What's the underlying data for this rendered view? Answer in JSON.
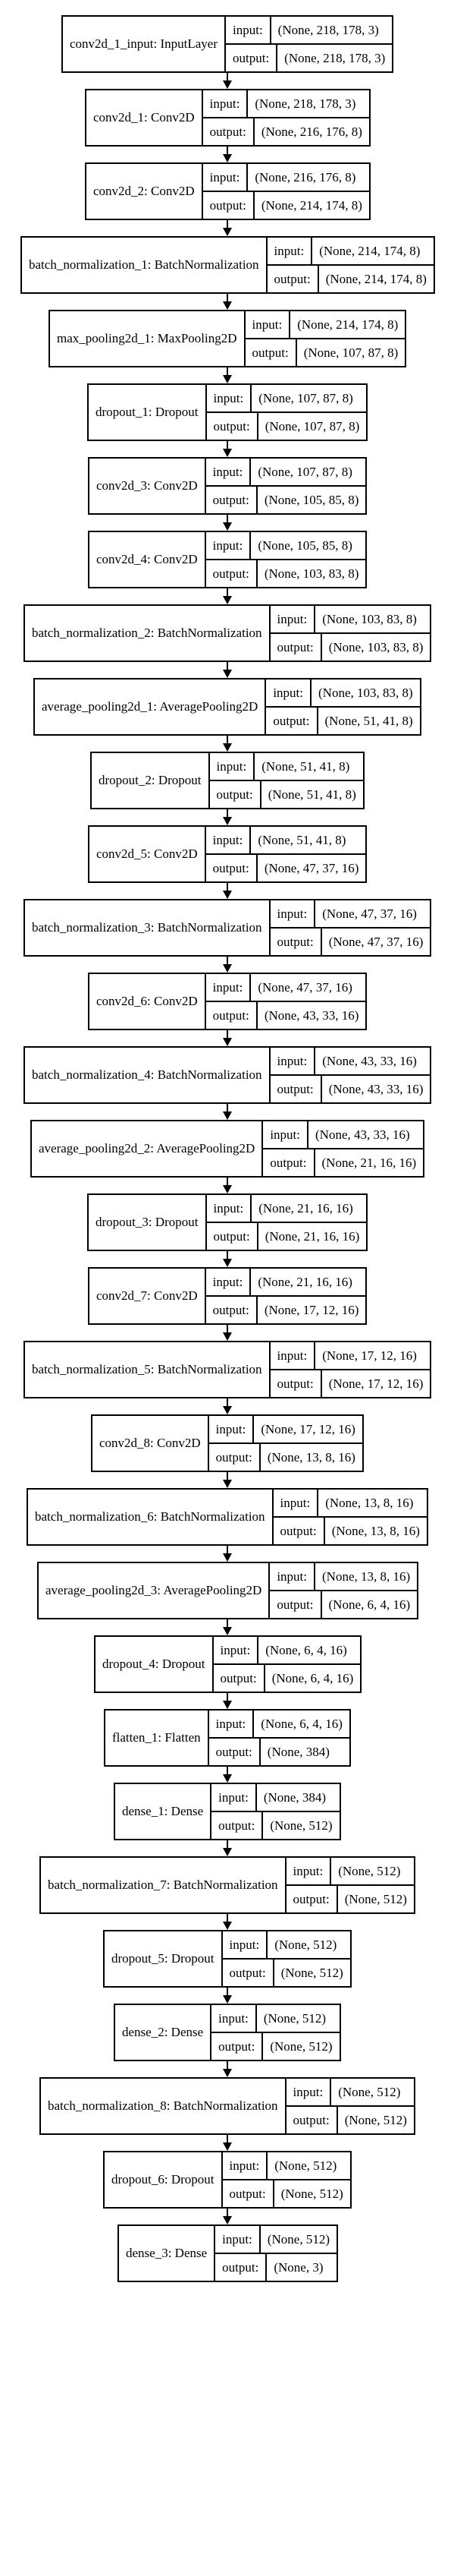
{
  "labels": {
    "input": "input:",
    "output": "output:"
  },
  "layers": [
    {
      "name": "conv2d_1_input: InputLayer",
      "input": "(None, 218, 178, 3)",
      "output": "(None, 218, 178, 3)"
    },
    {
      "name": "conv2d_1: Conv2D",
      "input": "(None, 218, 178, 3)",
      "output": "(None, 216, 176, 8)"
    },
    {
      "name": "conv2d_2: Conv2D",
      "input": "(None, 216, 176, 8)",
      "output": "(None, 214, 174, 8)"
    },
    {
      "name": "batch_normalization_1: BatchNormalization",
      "input": "(None, 214, 174, 8)",
      "output": "(None, 214, 174, 8)"
    },
    {
      "name": "max_pooling2d_1: MaxPooling2D",
      "input": "(None, 214, 174, 8)",
      "output": "(None, 107, 87, 8)"
    },
    {
      "name": "dropout_1: Dropout",
      "input": "(None, 107, 87, 8)",
      "output": "(None, 107, 87, 8)"
    },
    {
      "name": "conv2d_3: Conv2D",
      "input": "(None, 107, 87, 8)",
      "output": "(None, 105, 85, 8)"
    },
    {
      "name": "conv2d_4: Conv2D",
      "input": "(None, 105, 85, 8)",
      "output": "(None, 103, 83, 8)"
    },
    {
      "name": "batch_normalization_2: BatchNormalization",
      "input": "(None, 103, 83, 8)",
      "output": "(None, 103, 83, 8)"
    },
    {
      "name": "average_pooling2d_1: AveragePooling2D",
      "input": "(None, 103, 83, 8)",
      "output": "(None, 51, 41, 8)"
    },
    {
      "name": "dropout_2: Dropout",
      "input": "(None, 51, 41, 8)",
      "output": "(None, 51, 41, 8)"
    },
    {
      "name": "conv2d_5: Conv2D",
      "input": "(None, 51, 41, 8)",
      "output": "(None, 47, 37, 16)"
    },
    {
      "name": "batch_normalization_3: BatchNormalization",
      "input": "(None, 47, 37, 16)",
      "output": "(None, 47, 37, 16)"
    },
    {
      "name": "conv2d_6: Conv2D",
      "input": "(None, 47, 37, 16)",
      "output": "(None, 43, 33, 16)"
    },
    {
      "name": "batch_normalization_4: BatchNormalization",
      "input": "(None, 43, 33, 16)",
      "output": "(None, 43, 33, 16)"
    },
    {
      "name": "average_pooling2d_2: AveragePooling2D",
      "input": "(None, 43, 33, 16)",
      "output": "(None, 21, 16, 16)"
    },
    {
      "name": "dropout_3: Dropout",
      "input": "(None, 21, 16, 16)",
      "output": "(None, 21, 16, 16)"
    },
    {
      "name": "conv2d_7: Conv2D",
      "input": "(None, 21, 16, 16)",
      "output": "(None, 17, 12, 16)"
    },
    {
      "name": "batch_normalization_5: BatchNormalization",
      "input": "(None, 17, 12, 16)",
      "output": "(None, 17, 12, 16)"
    },
    {
      "name": "conv2d_8: Conv2D",
      "input": "(None, 17, 12, 16)",
      "output": "(None, 13, 8, 16)"
    },
    {
      "name": "batch_normalization_6: BatchNormalization",
      "input": "(None, 13, 8, 16)",
      "output": "(None, 13, 8, 16)"
    },
    {
      "name": "average_pooling2d_3: AveragePooling2D",
      "input": "(None, 13, 8, 16)",
      "output": "(None, 6, 4, 16)"
    },
    {
      "name": "dropout_4: Dropout",
      "input": "(None, 6, 4, 16)",
      "output": "(None, 6, 4, 16)"
    },
    {
      "name": "flatten_1: Flatten",
      "input": "(None, 6, 4, 16)",
      "output": "(None, 384)"
    },
    {
      "name": "dense_1: Dense",
      "input": "(None, 384)",
      "output": "(None, 512)"
    },
    {
      "name": "batch_normalization_7: BatchNormalization",
      "input": "(None, 512)",
      "output": "(None, 512)"
    },
    {
      "name": "dropout_5: Dropout",
      "input": "(None, 512)",
      "output": "(None, 512)"
    },
    {
      "name": "dense_2: Dense",
      "input": "(None, 512)",
      "output": "(None, 512)"
    },
    {
      "name": "batch_normalization_8: BatchNormalization",
      "input": "(None, 512)",
      "output": "(None, 512)"
    },
    {
      "name": "dropout_6: Dropout",
      "input": "(None, 512)",
      "output": "(None, 512)"
    },
    {
      "name": "dense_3: Dense",
      "input": "(None, 512)",
      "output": "(None, 3)"
    }
  ]
}
